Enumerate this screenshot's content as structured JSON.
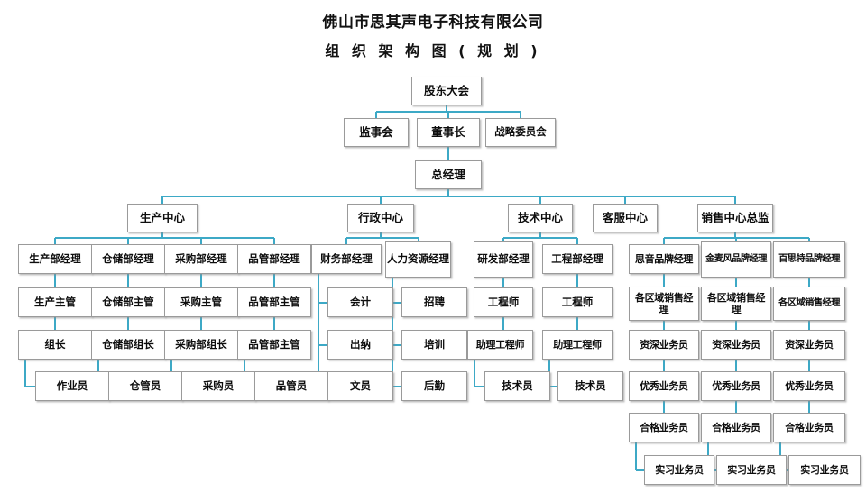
{
  "document": {
    "title_line1": "佛山市思其声电子科技有限公司",
    "title_line2": "组 织 架 构 图 ( 规 划 )",
    "accent_color": "#3da9c6",
    "box_border_color": "#9a9a9a",
    "background_color": "#ffffff"
  },
  "nodes": {
    "shareholders": "股东大会",
    "supervisory": "监事会",
    "chairman": "董事长",
    "strategy": "战略委员会",
    "general_manager": "总经理",
    "center_production": "生产中心",
    "center_admin": "行政中心",
    "center_tech": "技术中心",
    "center_service": "客服中心",
    "center_sales": "销售中心总监",
    "prod_mgr": "生产部经理",
    "prod_sup": "生产主管",
    "prod_lead": "组长",
    "prod_worker": "作业员",
    "wh_mgr": "仓储部经理",
    "wh_sup": "仓储部主管",
    "wh_lead": "仓储部组长",
    "wh_worker": "仓管员",
    "pur_mgr": "采购部经理",
    "pur_sup": "采购主管",
    "pur_lead": "采购部组长",
    "pur_worker": "采购员",
    "qc_mgr": "品管部经理",
    "qc_sup1": "品管部主管",
    "qc_sup2": "品管部主管",
    "qc_worker": "品管员",
    "fin_mgr": "财务部经理",
    "fin_1": "会计",
    "fin_2": "出纳",
    "fin_3": "文员",
    "hr_mgr": "人力资源经理",
    "hr_1": "招聘",
    "hr_2": "培训",
    "hr_3": "后勤",
    "rd_mgr": "研发部经理",
    "rd_eng": "工程师",
    "rd_asst": "助理工程师",
    "rd_tech": "技术员",
    "eng_mgr": "工程部经理",
    "eng_eng": "工程师",
    "eng_asst": "助理工程师",
    "eng_tech": "技术员",
    "brand1_mgr": "思音品牌经理",
    "brand1_region": "各区域销售经理",
    "brand1_senior": "资深业务员",
    "brand1_excellent": "优秀业务员",
    "brand1_qualified": "合格业务员",
    "brand1_intern": "实习业务员",
    "brand2_mgr": "金麦风品牌经理",
    "brand2_region": "各区域销售经理",
    "brand2_senior": "资深业务员",
    "brand2_excellent": "优秀业务员",
    "brand2_qualified": "合格业务员",
    "brand2_intern": "实习业务员",
    "brand3_mgr": "百思特品牌经理",
    "brand3_region": "各区域销售经理",
    "brand3_senior": "资深业务员",
    "brand3_excellent": "优秀业务员",
    "brand3_qualified": "合格业务员",
    "brand3_intern": "实习业务员"
  }
}
